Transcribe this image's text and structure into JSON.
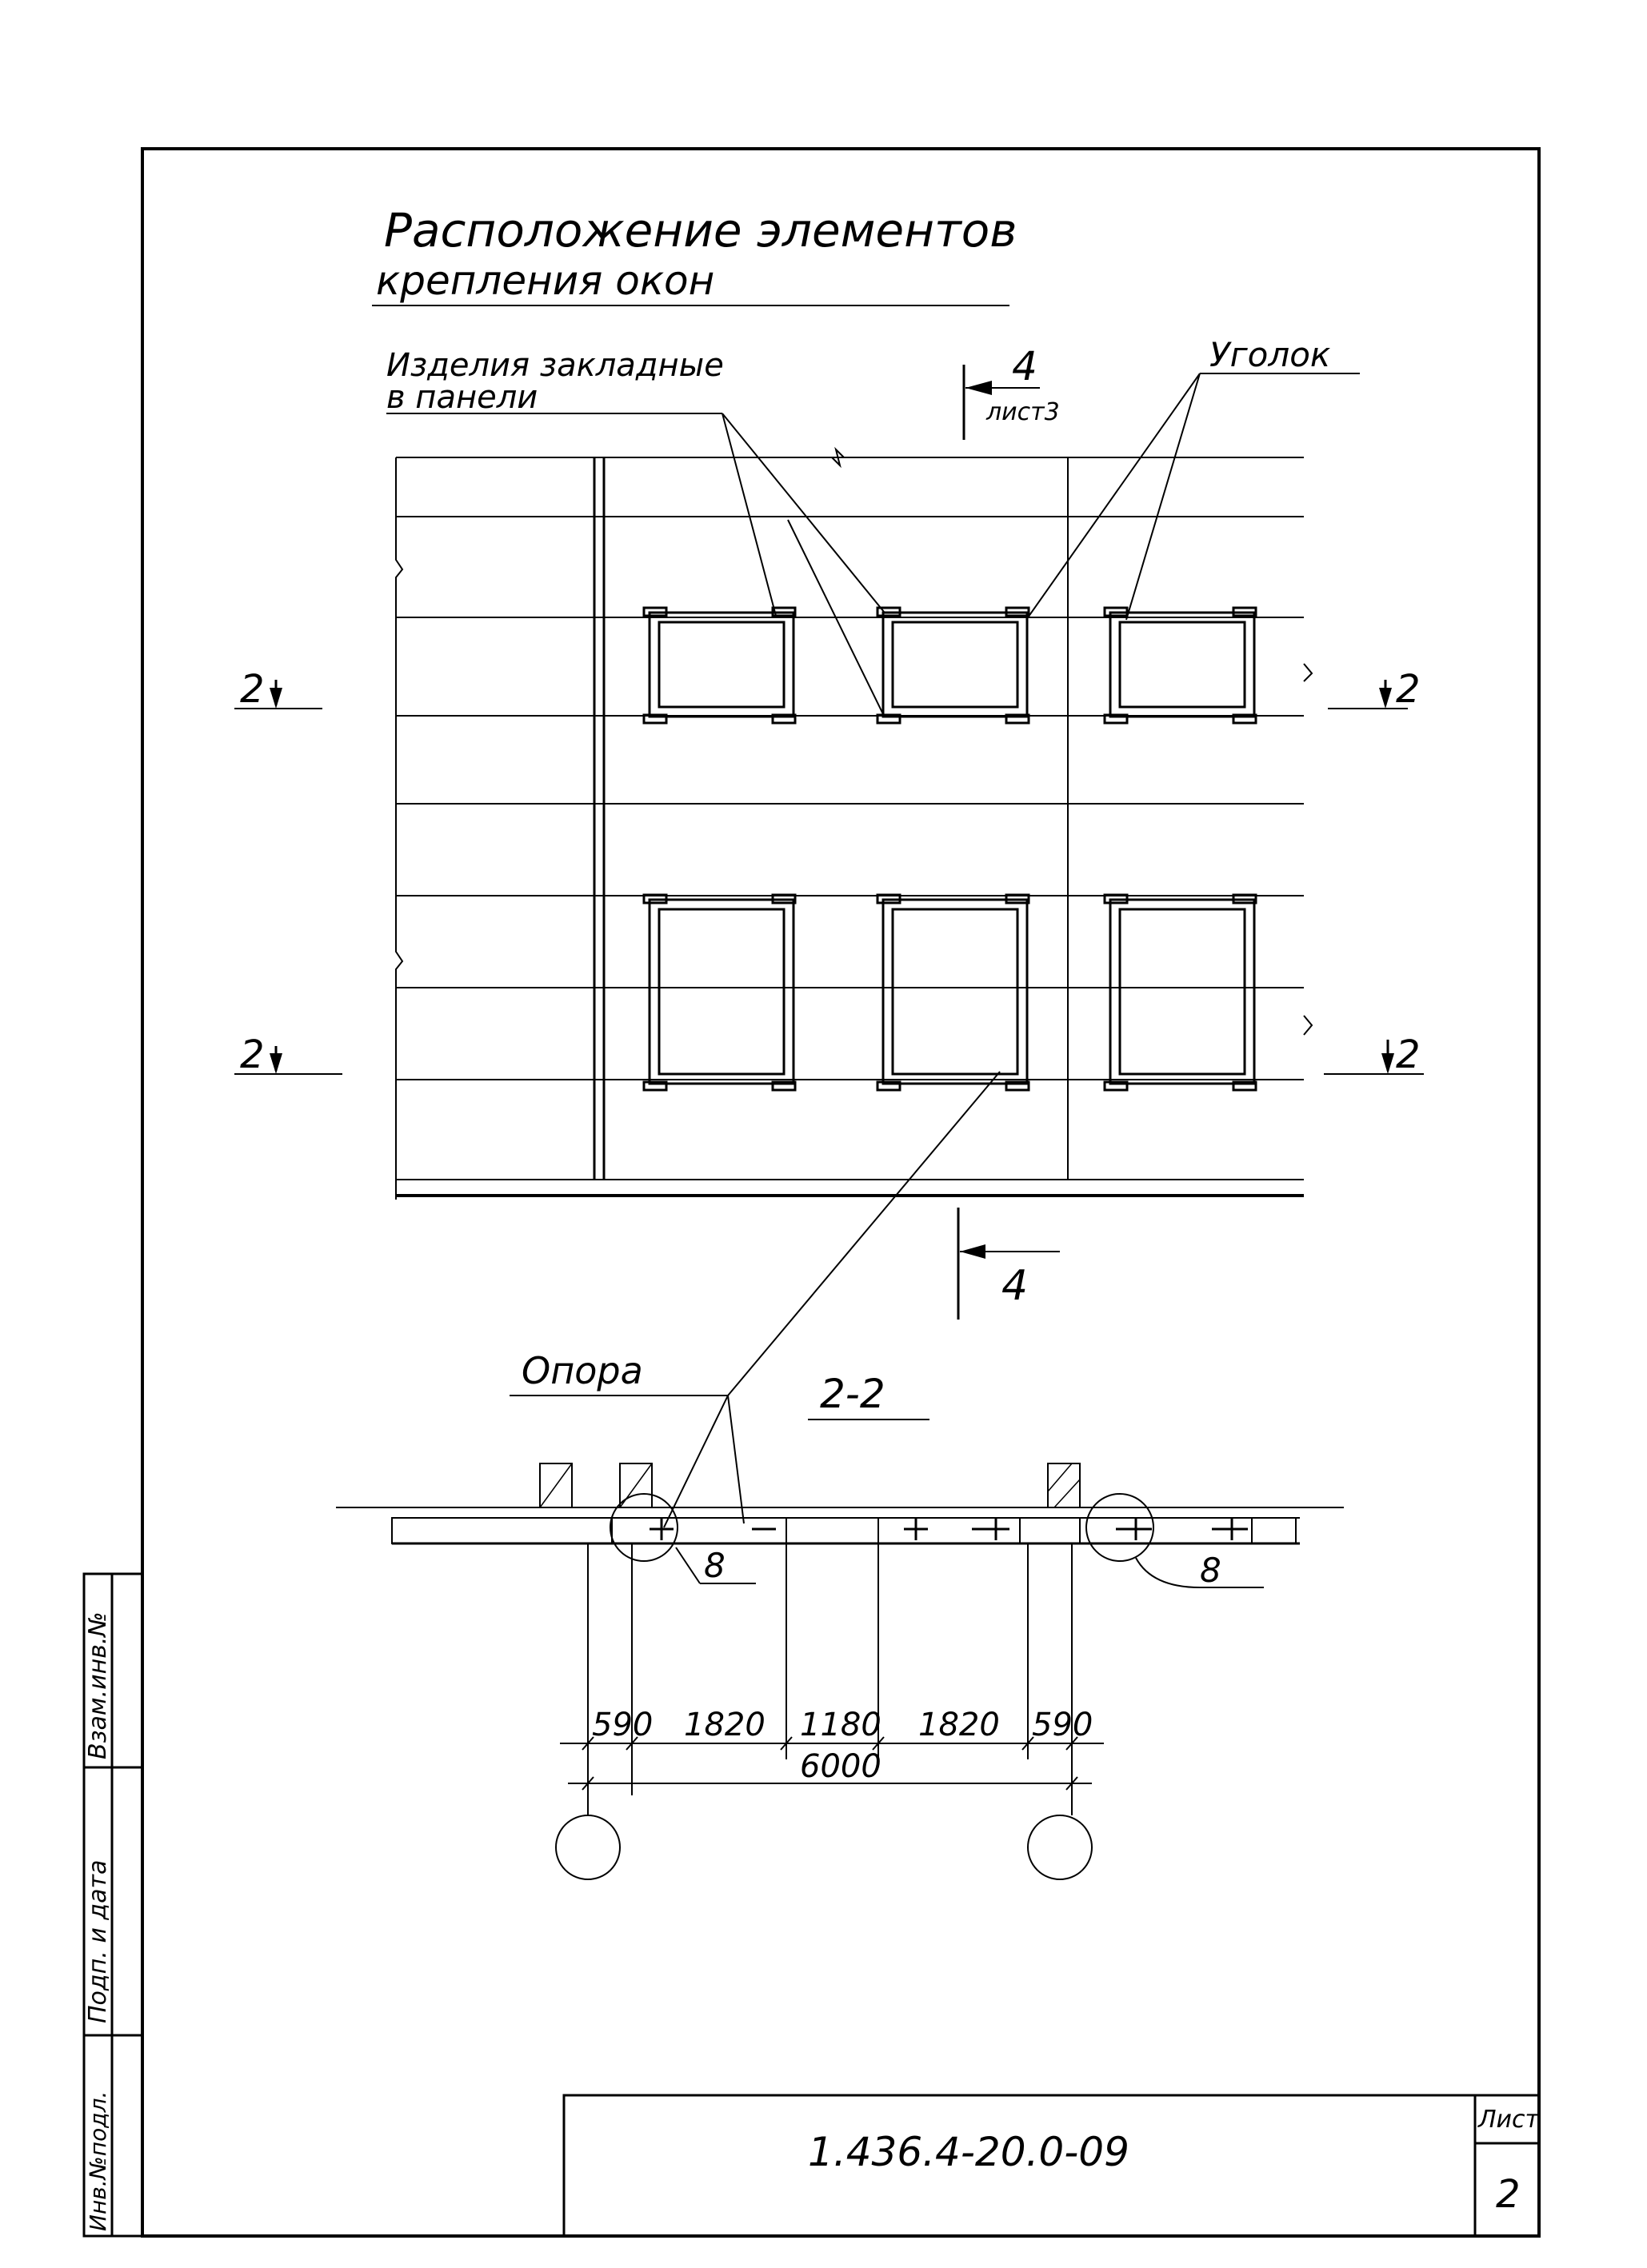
{
  "title": {
    "line1": "Расположение элементов",
    "line2": "крепления окон"
  },
  "labels": {
    "embedded_line1": "Изделия закладные",
    "embedded_line2": "в панели",
    "angle": "Уголок",
    "support": "Опора"
  },
  "section_marks": {
    "s4_top": "4",
    "s4_top_sheet": "лист3",
    "s4_bottom": "4",
    "s2_left_top": "2",
    "s2_right_top": "2",
    "s2_left_bottom": "2",
    "s2_right_bottom": "2"
  },
  "section_title": "2-2",
  "detail_refs": {
    "left": "8",
    "right": "8"
  },
  "dimensions": {
    "d1": "590",
    "d2": "1820",
    "d3": "1180",
    "d4": "1820",
    "d5": "590",
    "total": "6000"
  },
  "side_stamp": {
    "field1": "Взам.инв.№",
    "field2": "Подп. и дата",
    "field3": "Инв.№подл."
  },
  "title_block": {
    "code": "1.436.4-20.0-09",
    "sheet_label": "Лист",
    "sheet_number": "2"
  }
}
